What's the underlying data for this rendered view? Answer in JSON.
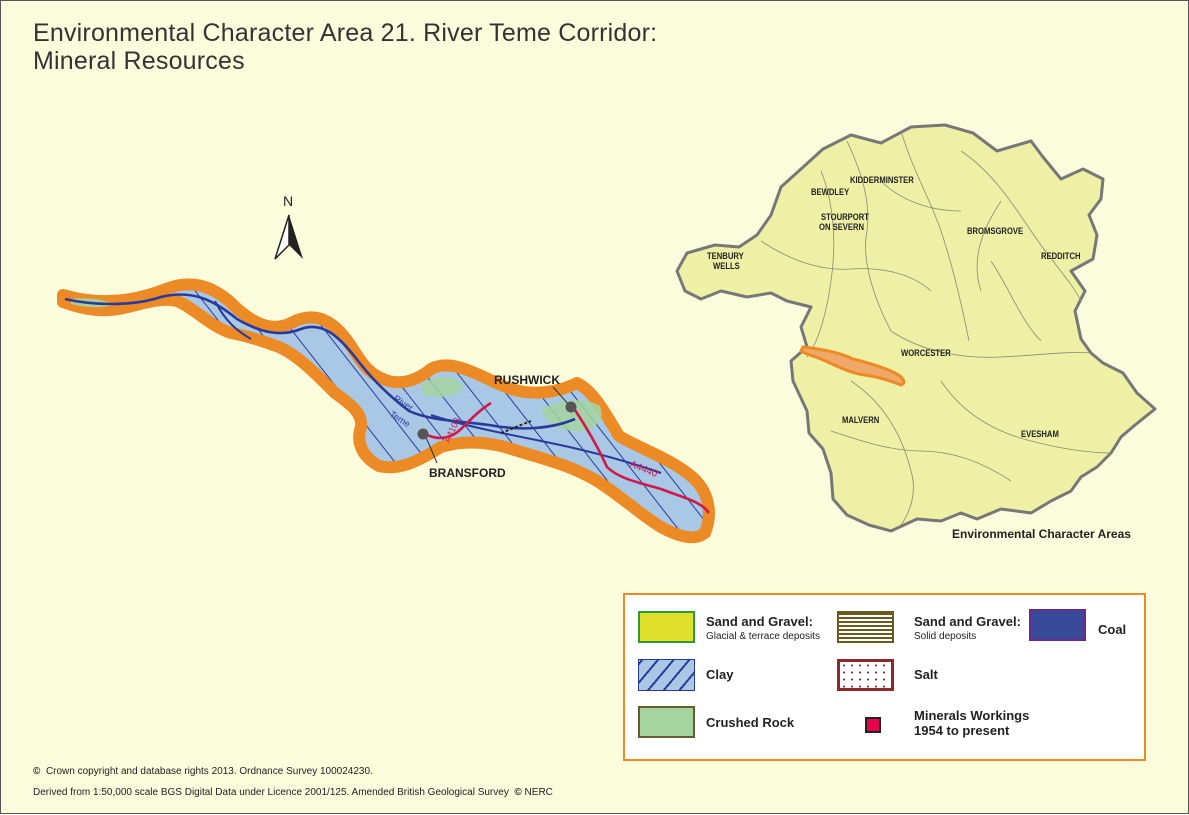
{
  "title": {
    "line1": "Environmental Character Area 21. River Teme Corridor:",
    "line2": "Mineral Resources"
  },
  "north_arrow": {
    "label": "N"
  },
  "corridor_map": {
    "places": [
      "RUSHWICK",
      "BRANSFORD"
    ],
    "river_label_1": "River",
    "river_label_2": "Teme",
    "road_a4103": "A4103",
    "road_a4440": "A4440"
  },
  "county_map": {
    "towns": {
      "kidderminster": "KIDDERMINSTER",
      "bewdley": "BEWDLEY",
      "stourport_1": "STOURPORT",
      "stourport_2": "ON SEVERN",
      "bromsgrove": "BROMSGROVE",
      "tenbury_1": "TENBURY",
      "tenbury_2": "WELLS",
      "redditch": "REDDITCH",
      "worcester": "WORCESTER",
      "malvern": "MALVERN",
      "evesham": "EVESHAM"
    },
    "caption": "Environmental Character Areas"
  },
  "legend": {
    "sand_gravel_glacial": {
      "title": "Sand and Gravel:",
      "subtitle": "Glacial & terrace deposits"
    },
    "sand_gravel_solid": {
      "title": "Sand and Gravel:",
      "subtitle": "Solid deposits"
    },
    "coal": {
      "title": "Coal"
    },
    "clay": {
      "title": "Clay"
    },
    "salt": {
      "title": "Salt"
    },
    "crushed_rock": {
      "title": "Crushed Rock"
    },
    "minerals_workings": {
      "line1": "Minerals Workings",
      "line2": "1954 to present"
    }
  },
  "credits": {
    "copyright_symbol": "©",
    "crown": "Crown copyright and database rights 2013. Ordnance Survey 100024230.",
    "bgs": "Derived from 1:50,000 scale BGS Digital Data under Licence 2001/125. Amended British Geological Survey",
    "nerc": "NERC"
  },
  "colors": {
    "background": "#fbfcdc",
    "corridor_border": "#ec8a25",
    "clay_fill": "#a9c8e6",
    "clay_hatch": "#2a3a9a",
    "coal": "#3a4a9a",
    "county_fill": "#eef0a6",
    "sand_gravel": "#e0e02c",
    "crushed_rock": "#a6d4a0",
    "workings": "#e4004a"
  }
}
